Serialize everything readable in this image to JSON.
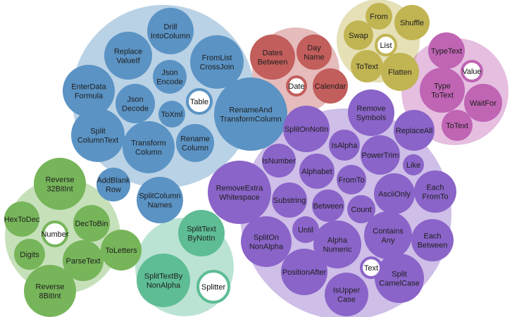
{
  "colors": {
    "Table": "#5b93c4",
    "Date": "#c25e5c",
    "List": "#c1b452",
    "Value": "#c064b4",
    "Text": "#8a64c8",
    "Number": "#77b55a",
    "Splitter": "#5ebd95"
  },
  "groups": [
    {
      "name": "Table",
      "label": "Table",
      "items": [
        "Drill IntoColumn",
        "Replace ValueIf",
        "FromList CrossJoin",
        "Json Encode",
        "EnterData Formula",
        "Json Decode",
        "ToXml",
        "RenameAnd TransformColumn",
        "Split ColumnText",
        "Transform Column",
        "Rename Column",
        "AddBlank Row",
        "SplitColumn Names"
      ]
    },
    {
      "name": "Date",
      "label": "Date",
      "items": [
        "Dates Between",
        "Day Name",
        "Calendar"
      ]
    },
    {
      "name": "List",
      "label": "List",
      "items": [
        "From",
        "Shuffle",
        "Swap",
        "ToText",
        "Flatten"
      ]
    },
    {
      "name": "Value",
      "label": "Value",
      "items": [
        "TypeText",
        "Type ToText",
        "WaitFor",
        "ToText"
      ]
    },
    {
      "name": "Text",
      "label": "Text",
      "items": [
        "Remove Symbols",
        "SplitOnNotIn",
        "IsAlpha",
        "ReplaceAll",
        "PowerTrim",
        "IsNumber",
        "Alphabet",
        "Like",
        "FromTo",
        "RemoveExtra Whitespace",
        "Substring",
        "Between",
        "AsciiOnly",
        "Each FromTo",
        "Count",
        "Until",
        "SplitOn NonAlpha",
        "Contains Any",
        "Alpha Numeric",
        "Each Between",
        "PositionAfter",
        "Split CamelCase",
        "IsUpper Case"
      ]
    },
    {
      "name": "Number",
      "label": "Number",
      "items": [
        "Reverse 32BitInt",
        "HexToDec",
        "DecToBin",
        "Digits",
        "ToLetters",
        "ParseText",
        "Reverse 8BitInt"
      ]
    },
    {
      "name": "Splitter",
      "label": "Splitter",
      "items": [
        "SplitText ByNotIn",
        "SplitTextBy NonAlpha"
      ]
    }
  ]
}
